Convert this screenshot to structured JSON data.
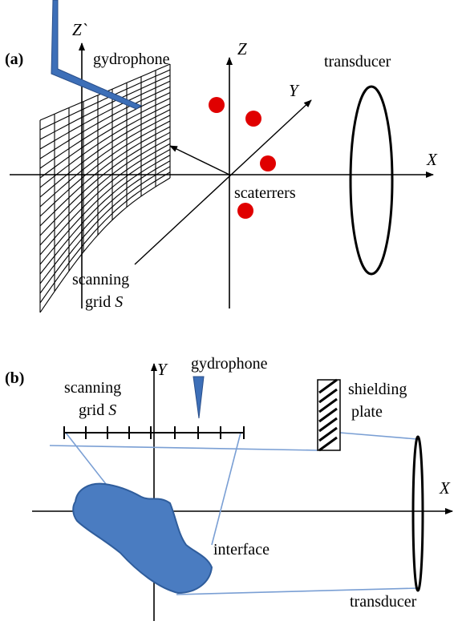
{
  "panel_a": {
    "panel_label": "(a)",
    "axis_z_prime": "Z`",
    "axis_z": "Z",
    "axis_y": "Y",
    "axis_x": "X",
    "hydrophone_label": "gydrophone",
    "transducer_label": "transducer",
    "scatterers_label": "scaterrers",
    "grid_label_line1": "scanning",
    "grid_label_line2_prefix": "grid ",
    "grid_label_symbol": "S"
  },
  "panel_b": {
    "panel_label": "(b)",
    "axis_y": "Y",
    "axis_x": "X",
    "hydrophone_label": "gydrophone",
    "grid_label_line1": "scanning",
    "grid_label_line2_prefix": "grid ",
    "grid_label_symbol": "S",
    "shield_line1": "shielding",
    "shield_line2": "plate",
    "interface_label": "interface",
    "transducer_label": "transducer"
  },
  "colors": {
    "scatterer": "#e00000",
    "hydrophone": "#3d6fb8",
    "interface_fill": "#4a7cc1",
    "ray_line": "#7a9fd4"
  }
}
